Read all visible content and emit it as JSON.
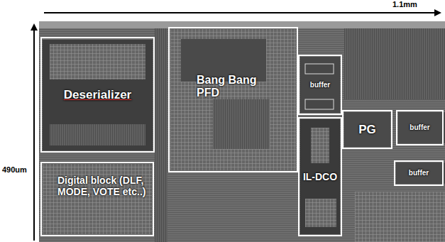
{
  "diagram": {
    "nodes": [
      {
        "text": [
          "Deserializer"
        ]
      },
      {
        "text": [
          "Bang Bang PFD"
        ]
      },
      {
        "text": [
          "buffer"
        ]
      },
      {
        "text": [
          "PG"
        ]
      },
      {
        "text": [
          "buffer"
        ]
      },
      {
        "text": [
          "buffer"
        ]
      },
      {
        "text": [
          "IL-DCO"
        ]
      },
      {
        "text": [
          "Digital block (DLF, MODE, VOTE etc..)"
        ]
      }
    ],
    "labels": [
      "1.1mm",
      "490um"
    ]
  }
}
